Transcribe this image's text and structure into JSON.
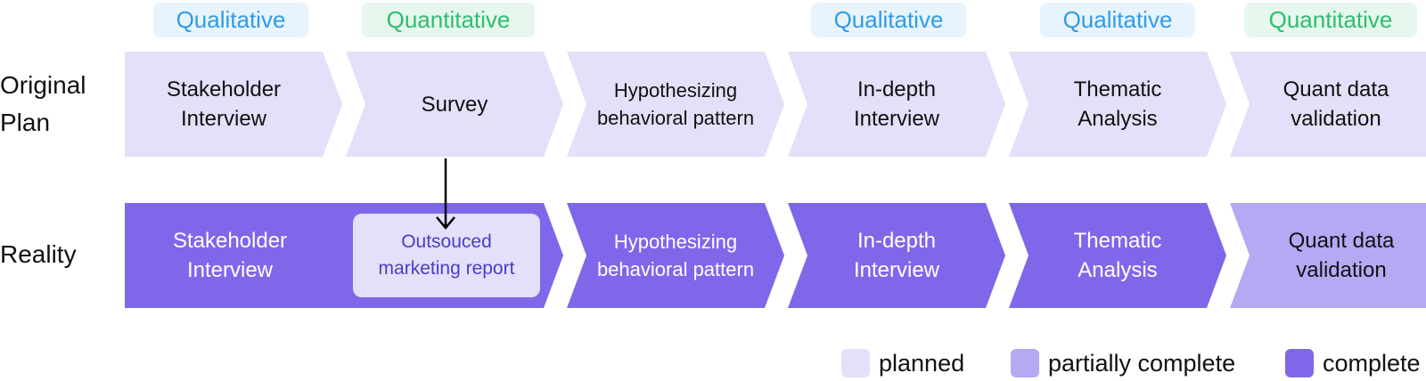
{
  "method_badges": [
    {
      "label": "Qualitative",
      "kind": "qualitative"
    },
    {
      "label": "Quantitative",
      "kind": "quantitative"
    },
    {
      "label": "Qualitative",
      "kind": "qualitative"
    },
    {
      "label": "Qualitative",
      "kind": "qualitative"
    },
    {
      "label": "Quantitative",
      "kind": "quantitative"
    }
  ],
  "rows": {
    "original": {
      "label_line1": "Original",
      "label_line2": "Plan",
      "steps": [
        {
          "line1": "Stakeholder",
          "line2": "Interview",
          "status": "planned"
        },
        {
          "line1": "Survey",
          "line2": "",
          "status": "planned"
        },
        {
          "line1": "Hypothesizing",
          "line2": "behavioral pattern",
          "status": "planned"
        },
        {
          "line1": "In-depth",
          "line2": "Interview",
          "status": "planned"
        },
        {
          "line1": "Thematic",
          "line2": "Analysis",
          "status": "planned"
        },
        {
          "line1": "Quant data",
          "line2": "validation",
          "status": "planned"
        }
      ]
    },
    "reality": {
      "label": "Reality",
      "steps": [
        {
          "line1": "Stakeholder",
          "line2": "Interview",
          "status": "complete"
        },
        {
          "line1": "Hypothesizing",
          "line2": "behavioral pattern",
          "status": "complete"
        },
        {
          "line1": "In-depth",
          "line2": "Interview",
          "status": "complete"
        },
        {
          "line1": "Thematic",
          "line2": "Analysis",
          "status": "complete"
        },
        {
          "line1": "Quant data",
          "line2": "validation",
          "status": "partially complete"
        }
      ],
      "replacement": {
        "line1": "Outsouced",
        "line2": "marketing report"
      }
    }
  },
  "legend": [
    {
      "label": "planned",
      "color": "#e3e0f9"
    },
    {
      "label": "partially complete",
      "color": "#b7a8f4"
    },
    {
      "label": "complete",
      "color": "#8067e9"
    }
  ],
  "colors": {
    "planned": "#e3e0f9",
    "partially_complete": "#b7a8f4",
    "complete": "#8067e9",
    "qualitative_text": "#2f9be8",
    "qualitative_bg": "#e8f4fd",
    "quantitative_text": "#2fbd6e",
    "quantitative_bg": "#e6f7ee"
  }
}
